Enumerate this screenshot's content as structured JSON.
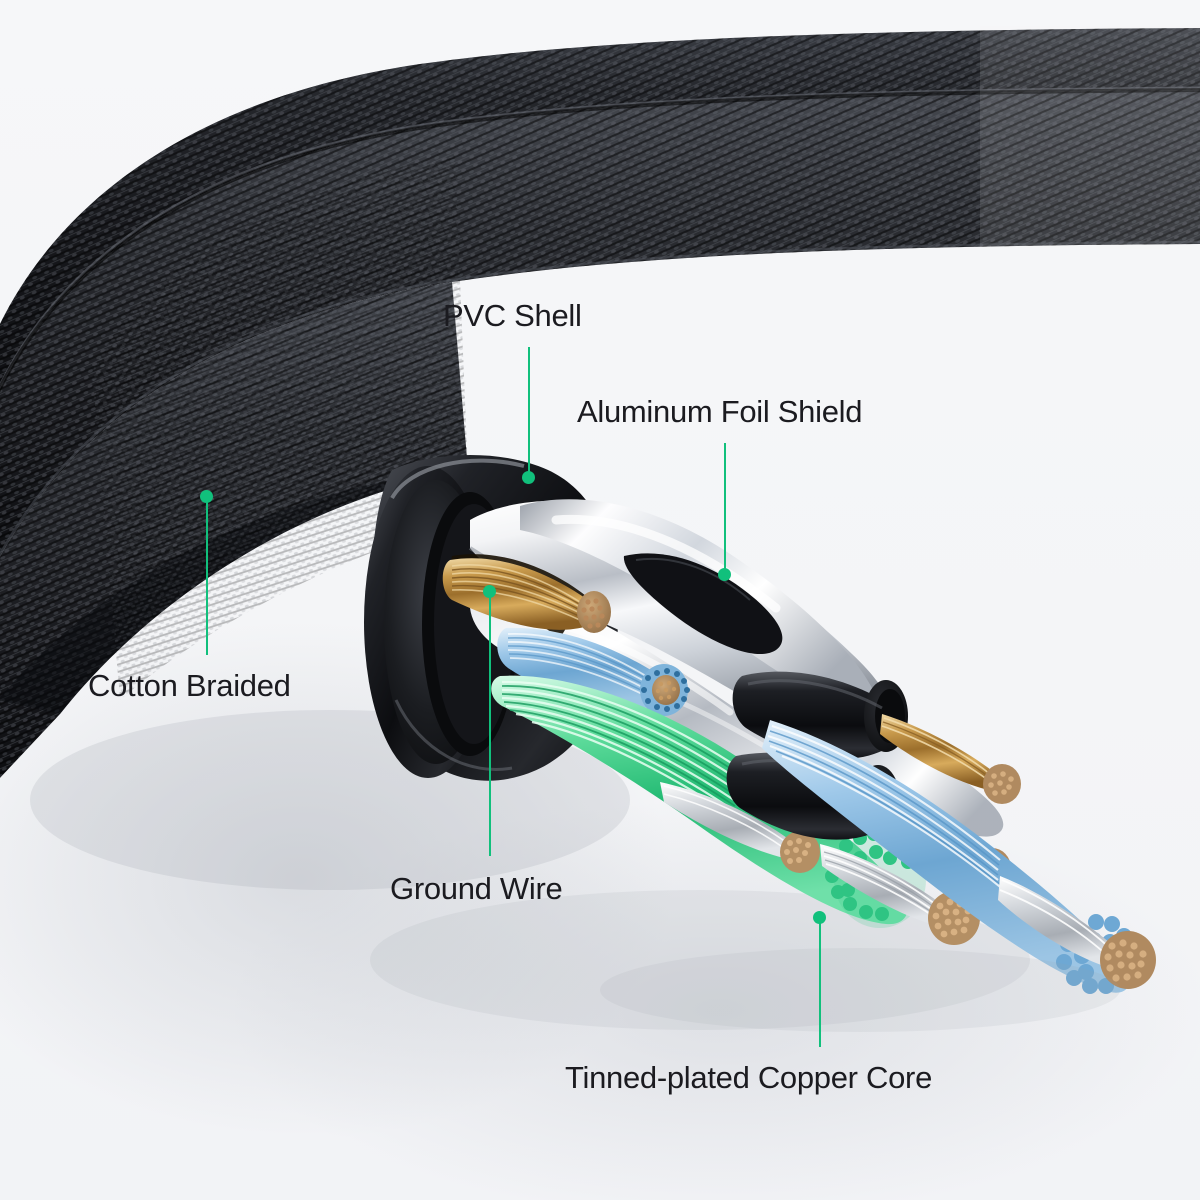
{
  "diagram": {
    "title": "Cable cutaway construction diagram",
    "background_color": "#f4f5f7",
    "accent_color": "#11c07c",
    "text_color": "#1b1b20",
    "callouts": [
      {
        "id": "pvc-shell",
        "label": "PVC Shell"
      },
      {
        "id": "aluminum-foil-shield",
        "label": "Aluminum Foil Shield"
      },
      {
        "id": "cotton-braided",
        "label": "Cotton Braided"
      },
      {
        "id": "ground-wire",
        "label": "Ground Wire"
      },
      {
        "id": "tinned-plated-copper-core",
        "label": "Tinned-plated Copper Core"
      }
    ]
  },
  "materials": {
    "braid_dark": "#15161a",
    "braid_mid": "#2c2e33",
    "braid_light": "#4a4d54",
    "foil_silver": "#f2f3f5",
    "foil_shadow": "#6f747c",
    "copper": "#c08a3e",
    "copper_light": "#e8c489",
    "blue_insulation": "#8fc2e8",
    "green_insulation": "#3fd18a",
    "tin_silver": "#d7dade",
    "jacket_black": "#121317"
  }
}
